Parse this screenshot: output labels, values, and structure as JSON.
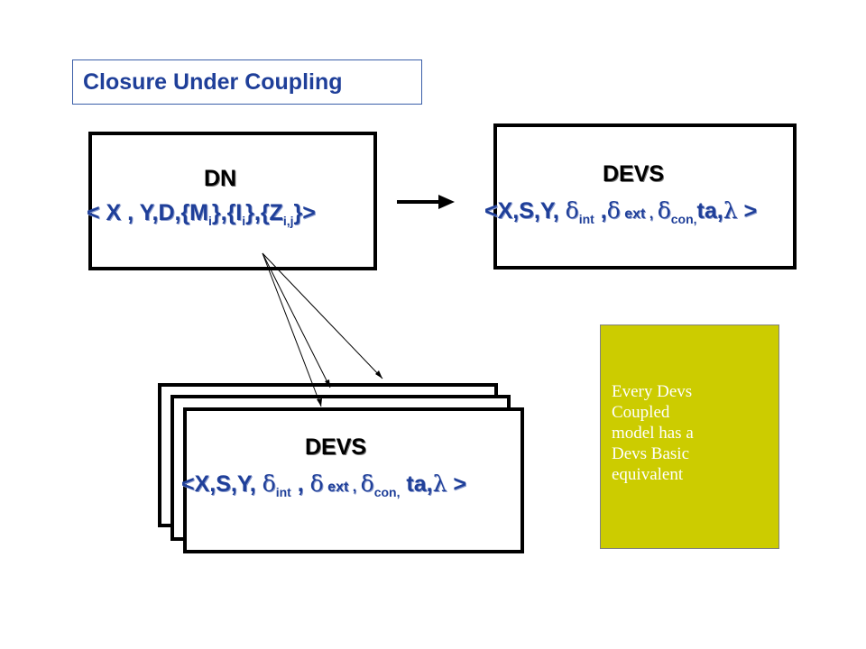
{
  "title": "Closure Under Coupling",
  "dn": {
    "heading": "DN",
    "tuple": {
      "open": "< X , Y,D,{M",
      "i1": "i",
      "p2": "},{I",
      "i2": "i",
      "p3": "},{Z",
      "i3": "i,j",
      "close": "}>"
    }
  },
  "devs_top": {
    "heading": "DEVS",
    "tuple": {
      "prefix": "<X,S,Y, ",
      "int": "int",
      "sep1": " ,",
      "ext": " ext",
      "sep2": " , ",
      "con": "con,",
      "suffix": "ta,",
      "end": " >"
    }
  },
  "devs_stack": {
    "heading": "DEVS",
    "tuple": {
      "prefix": "<X,S,Y, ",
      "int": "int",
      "sep1": " , ",
      "ext": " ext",
      "sep2": " , ",
      "con": "con,",
      "suffix": " ta,",
      "end": " >"
    }
  },
  "note": {
    "lines": [
      "Every Devs",
      "Coupled",
      "model has a",
      "Devs Basic",
      "equivalent"
    ]
  },
  "colors": {
    "title": "#1f3f99",
    "note_bg": "#cccc00",
    "note_text": "#ffffff"
  }
}
